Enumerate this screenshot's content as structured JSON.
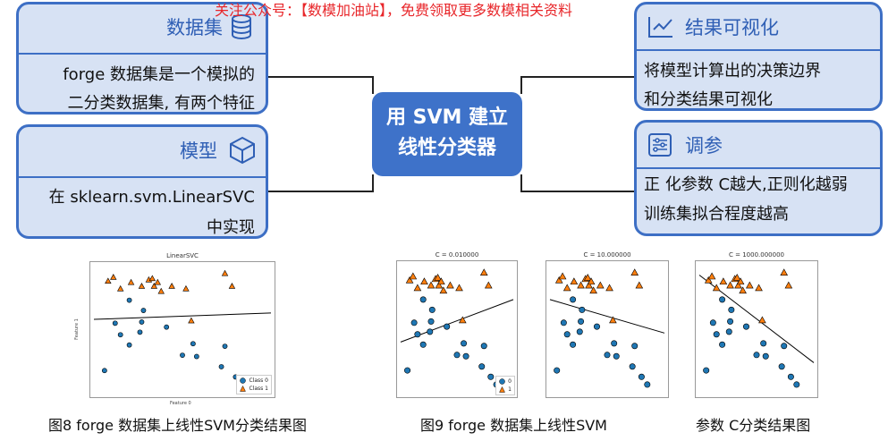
{
  "watermark": "关注公众号：【数模加油站】，免费领取更多数模相关资料",
  "center": {
    "line1": "用 SVM 建立",
    "line2": "线性分类器"
  },
  "cards": {
    "dataset": {
      "title": "数据集",
      "icon": "database-icon",
      "line1": "forge 数据集是一个模拟的",
      "line2": "二分类数据集, 有两个特征"
    },
    "model": {
      "title": "模型",
      "icon": "cube-icon",
      "line1": "在 sklearn.svm.LinearSVC",
      "line2": "中实现"
    },
    "visualize": {
      "title": "结果可视化",
      "icon": "chart-line-icon",
      "line1": "将模型计算出的决策边界",
      "line2": "和分类结果可视化"
    },
    "tuning": {
      "title": "调参",
      "icon": "sliders-icon",
      "line1": "正  化参数    C越大,正则化越弱",
      "line2": "训练集拟合程度越高"
    }
  },
  "colors": {
    "card_fill": "#d7e2f4",
    "card_border": "#3d6fc5",
    "center_fill": "#3e72c9",
    "class0": "#1f77b4",
    "class1": "#ff7f0e"
  },
  "figures": {
    "fig8": {
      "title": "LinearSVC",
      "xlabel": "Feature 0",
      "ylabel": "Feature 1",
      "legend": [
        "Class 0",
        "Class 1"
      ],
      "caption": "图8 forge 数据集上线性SVM分类结果图"
    },
    "fig9": {
      "legend": [
        "0",
        "1"
      ],
      "caption": "图9 forge 数据集上线性SVM"
    },
    "fig_c": {
      "caption": "参数 C分类结果图"
    }
  },
  "chart_data": [
    {
      "type": "scatter",
      "title": "LinearSVC",
      "xlabel": "Feature 0",
      "ylabel": "Feature 1",
      "series": [
        {
          "name": "Class 0",
          "marker": "circle",
          "points": [
            [
              0.06,
              0.18
            ],
            [
              0.12,
              0.55
            ],
            [
              0.15,
              0.46
            ],
            [
              0.2,
              0.38
            ],
            [
              0.2,
              0.73
            ],
            [
              0.26,
              0.48
            ],
            [
              0.27,
              0.56
            ],
            [
              0.28,
              0.65
            ],
            [
              0.41,
              0.52
            ],
            [
              0.5,
              0.3
            ],
            [
              0.56,
              0.39
            ],
            [
              0.58,
              0.29
            ],
            [
              0.72,
              0.21
            ],
            [
              0.74,
              0.37
            ],
            [
              0.8,
              0.13
            ],
            [
              0.85,
              0.07
            ]
          ]
        },
        {
          "name": "Class 1",
          "marker": "triangle",
          "points": [
            [
              0.08,
              0.88
            ],
            [
              0.11,
              0.91
            ],
            [
              0.15,
              0.82
            ],
            [
              0.21,
              0.87
            ],
            [
              0.27,
              0.84
            ],
            [
              0.31,
              0.89
            ],
            [
              0.33,
              0.9
            ],
            [
              0.34,
              0.84
            ],
            [
              0.36,
              0.87
            ],
            [
              0.38,
              0.8
            ],
            [
              0.44,
              0.84
            ],
            [
              0.52,
              0.82
            ],
            [
              0.55,
              0.57
            ],
            [
              0.74,
              0.94
            ],
            [
              0.78,
              0.84
            ]
          ]
        }
      ],
      "boundary": [
        [
          0.0,
          0.58
        ],
        [
          1.0,
          0.63
        ]
      ],
      "legend_position": "lower-right"
    },
    {
      "type": "scatter",
      "title": "C = 0.010000",
      "series": [
        {
          "name": "0",
          "marker": "circle"
        },
        {
          "name": "1",
          "marker": "triangle"
        }
      ],
      "boundary": [
        [
          0.0,
          0.4
        ],
        [
          1.0,
          0.73
        ]
      ],
      "legend_position": "lower-right"
    },
    {
      "type": "scatter",
      "title": "C = 10.000000",
      "boundary": [
        [
          0.0,
          0.73
        ],
        [
          1.0,
          0.47
        ]
      ]
    },
    {
      "type": "scatter",
      "title": "C = 1000.000000",
      "boundary": [
        [
          0.0,
          0.92
        ],
        [
          1.0,
          0.24
        ]
      ]
    }
  ]
}
